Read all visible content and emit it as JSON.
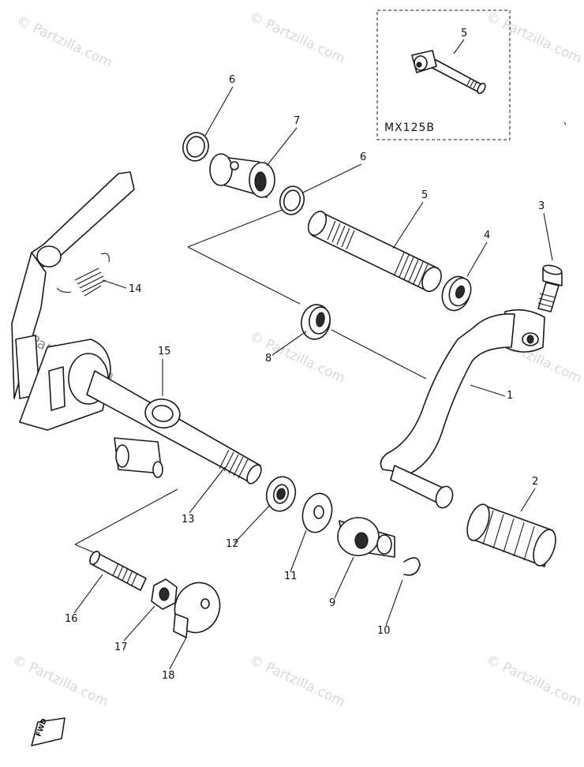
{
  "watermark": {
    "text": "© Partzilla.com",
    "prominent_text": "© Partzilla.com"
  },
  "inset": {
    "model_label": "MX125B",
    "part_number": "5"
  },
  "callouts": {
    "c1": "1",
    "c2": "2",
    "c3": "3",
    "c4": "4",
    "c5": "5",
    "c6a": "6",
    "c6b": "6",
    "c7": "7",
    "c8": "8",
    "c9": "9",
    "c10": "10",
    "c11": "11",
    "c12": "12",
    "c13": "13",
    "c14": "14",
    "c15": "15",
    "c16": "16",
    "c17": "17",
    "c18": "18"
  },
  "direction_marker": "FWD",
  "colors": {
    "line": "#1a1a1a",
    "watermark": "#d8d8d8"
  }
}
